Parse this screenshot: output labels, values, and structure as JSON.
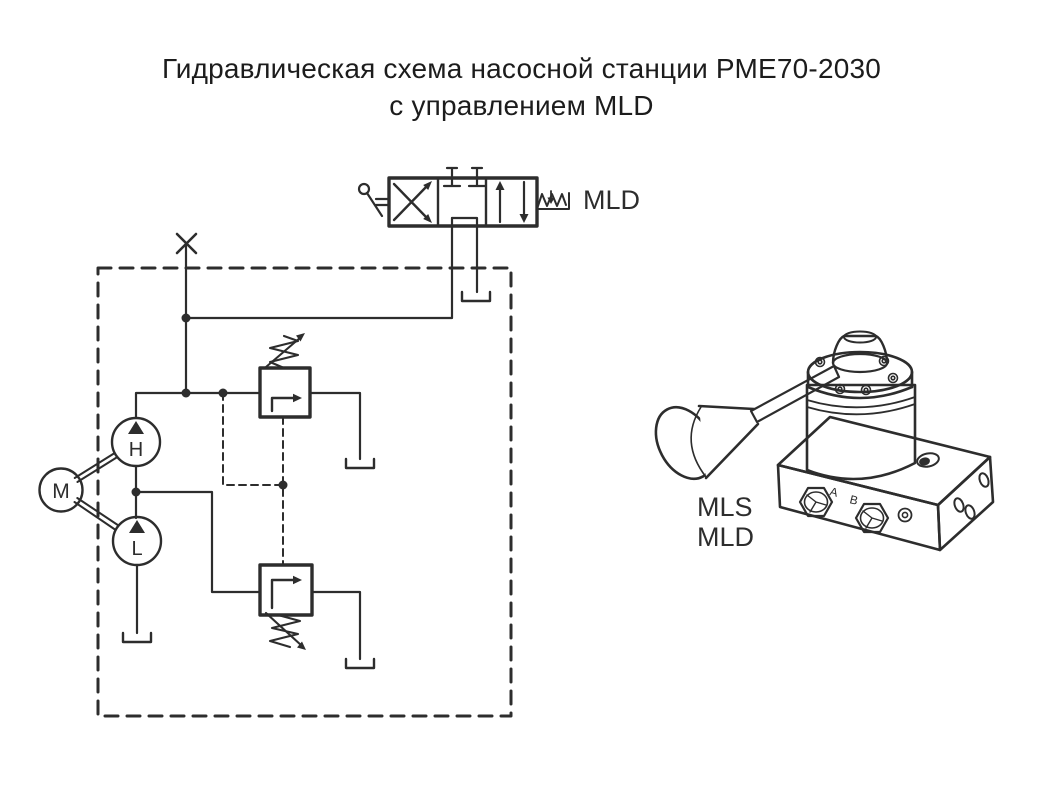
{
  "colors": {
    "ink": "#2d2d2d",
    "background": "#ffffff",
    "caption_gray": "#3a3a3a"
  },
  "title": {
    "line1": "Гидравлическая схема насосной станции РМЕ70-2030",
    "line2": "с управлением MLD"
  },
  "schematic": {
    "control_valve_label": "MLD",
    "pump_high_label": "H",
    "pump_low_label": "L",
    "motor_label": "M"
  },
  "illustration": {
    "caption_line1": "MLS",
    "caption_line2": "MLD",
    "port_a_label": "A",
    "port_b_label": "B"
  }
}
